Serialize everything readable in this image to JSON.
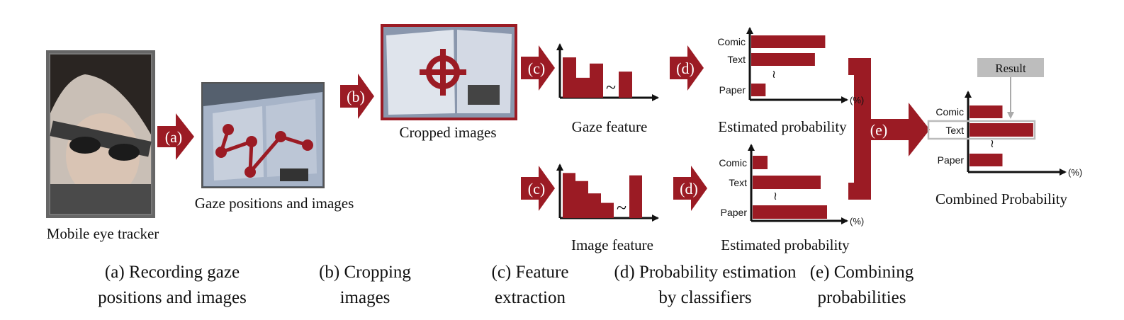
{
  "colors": {
    "accent": "#9b1b24",
    "result_box": "#bdbdbd",
    "frame": "#666666"
  },
  "steps": {
    "a": "(a)",
    "b": "(b)",
    "c": "(c)",
    "d": "(d)",
    "e": "(e)"
  },
  "labels": {
    "eye_tracker": "Mobile eye tracker",
    "gaze_images": "Gaze positions and images",
    "cropped": "Cropped images",
    "gaze_feature": "Gaze feature",
    "image_feature": "Image feature",
    "est_prob_top": "Estimated probability",
    "est_prob_bottom": "Estimated probability",
    "combined": "Combined Probability",
    "result": "Result",
    "tilde": "~",
    "squiggle": "≀"
  },
  "captions": [
    {
      "line1": "(a)  Recording gaze",
      "line2": "positions and images"
    },
    {
      "line1": "(b) Cropping",
      "line2": "images"
    },
    {
      "line1": "(c) Feature",
      "line2": "extraction"
    },
    {
      "line1": "(d) Probability estimation",
      "line2": "by classifiers"
    },
    {
      "line1": "(e) Combining",
      "line2": "probabilities"
    }
  ],
  "chart_data": [
    {
      "type": "bar",
      "orientation": "vertical",
      "title": "Gaze feature",
      "values": [
        0.85,
        0.42,
        0.72,
        0.55
      ],
      "note": "schematic histogram, values relative"
    },
    {
      "type": "bar",
      "orientation": "vertical",
      "title": "Image feature",
      "values": [
        0.95,
        0.78,
        0.52,
        0.32,
        0.9
      ],
      "note": "schematic histogram, values relative"
    },
    {
      "type": "bar",
      "orientation": "horizontal",
      "title": "Estimated probability",
      "categories": [
        "Comic",
        "Text",
        "Paper"
      ],
      "values": [
        0.72,
        0.62,
        0.14
      ],
      "unit": "(%)"
    },
    {
      "type": "bar",
      "orientation": "horizontal",
      "title": "Estimated probability",
      "categories": [
        "Comic",
        "Text",
        "Paper"
      ],
      "values": [
        0.14,
        0.64,
        0.7
      ],
      "unit": "(%)"
    },
    {
      "type": "bar",
      "orientation": "horizontal",
      "title": "Combined Probability",
      "categories": [
        "Comic",
        "Text",
        "Paper"
      ],
      "values": [
        0.3,
        0.58,
        0.3
      ],
      "unit": "(%)",
      "highlight": "Text",
      "highlight_label": "Result"
    }
  ]
}
